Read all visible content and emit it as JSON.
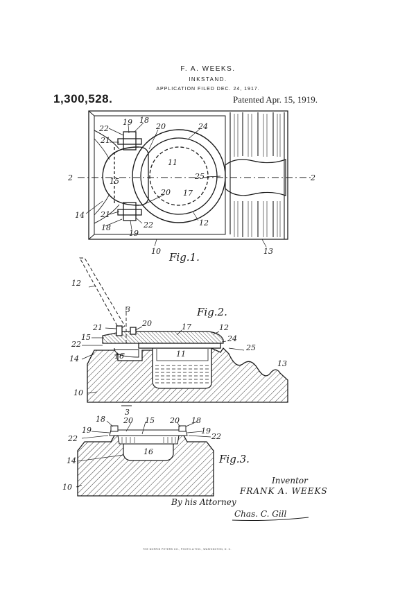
{
  "header": {
    "inventor_name": "F. A. WEEKS.",
    "title": "INKSTAND.",
    "application": "APPLICATION FILED DEC. 24, 1917.",
    "patent_number": "1,300,528.",
    "patented": "Patented Apr. 15, 1919."
  },
  "figures": {
    "fig1": "Fig.1.",
    "fig2": "Fig.2.",
    "fig3": "Fig.3."
  },
  "fig1_labels": {
    "l22a": "22",
    "l19a": "19",
    "l18a": "18",
    "l20a": "20",
    "l24": "24",
    "l21a": "21",
    "l11": "11",
    "l2a": "2",
    "l15": "15",
    "l25": "25",
    "l2b": "2",
    "l20b": "20",
    "l17": "17",
    "l14": "14",
    "l21b": "21",
    "l18b": "18",
    "l22b": "22",
    "l12": "12",
    "l19b": "19",
    "l10": "10",
    "l13": "13"
  },
  "fig2_labels": {
    "l12": "12",
    "l3a": "3",
    "l21": "21",
    "l20": "20",
    "l17": "17",
    "l12b": "12",
    "l15": "15",
    "l24": "24",
    "l22": "22",
    "l25": "25",
    "l16": "16",
    "l11": "11",
    "l14": "14",
    "l13": "13",
    "l10": "10",
    "l3b": "3"
  },
  "fig3_labels": {
    "l18a": "18",
    "l20a": "20",
    "l15": "15",
    "l20b": "20",
    "l18b": "18",
    "l19a": "19",
    "l19b": "19",
    "l22a": "22",
    "l22b": "22",
    "l16": "16",
    "l14": "14",
    "l10": "10"
  },
  "signature": {
    "inventor_caption": "Inventor",
    "inventor_name": "FRANK A. WEEKS",
    "by_line": "By his Attorney",
    "attorney_signature": "Chas. C. Gill"
  },
  "imprint": "THE NORRIS PETERS CO., PHOTO-LITHO., WASHINGTON, D. C."
}
